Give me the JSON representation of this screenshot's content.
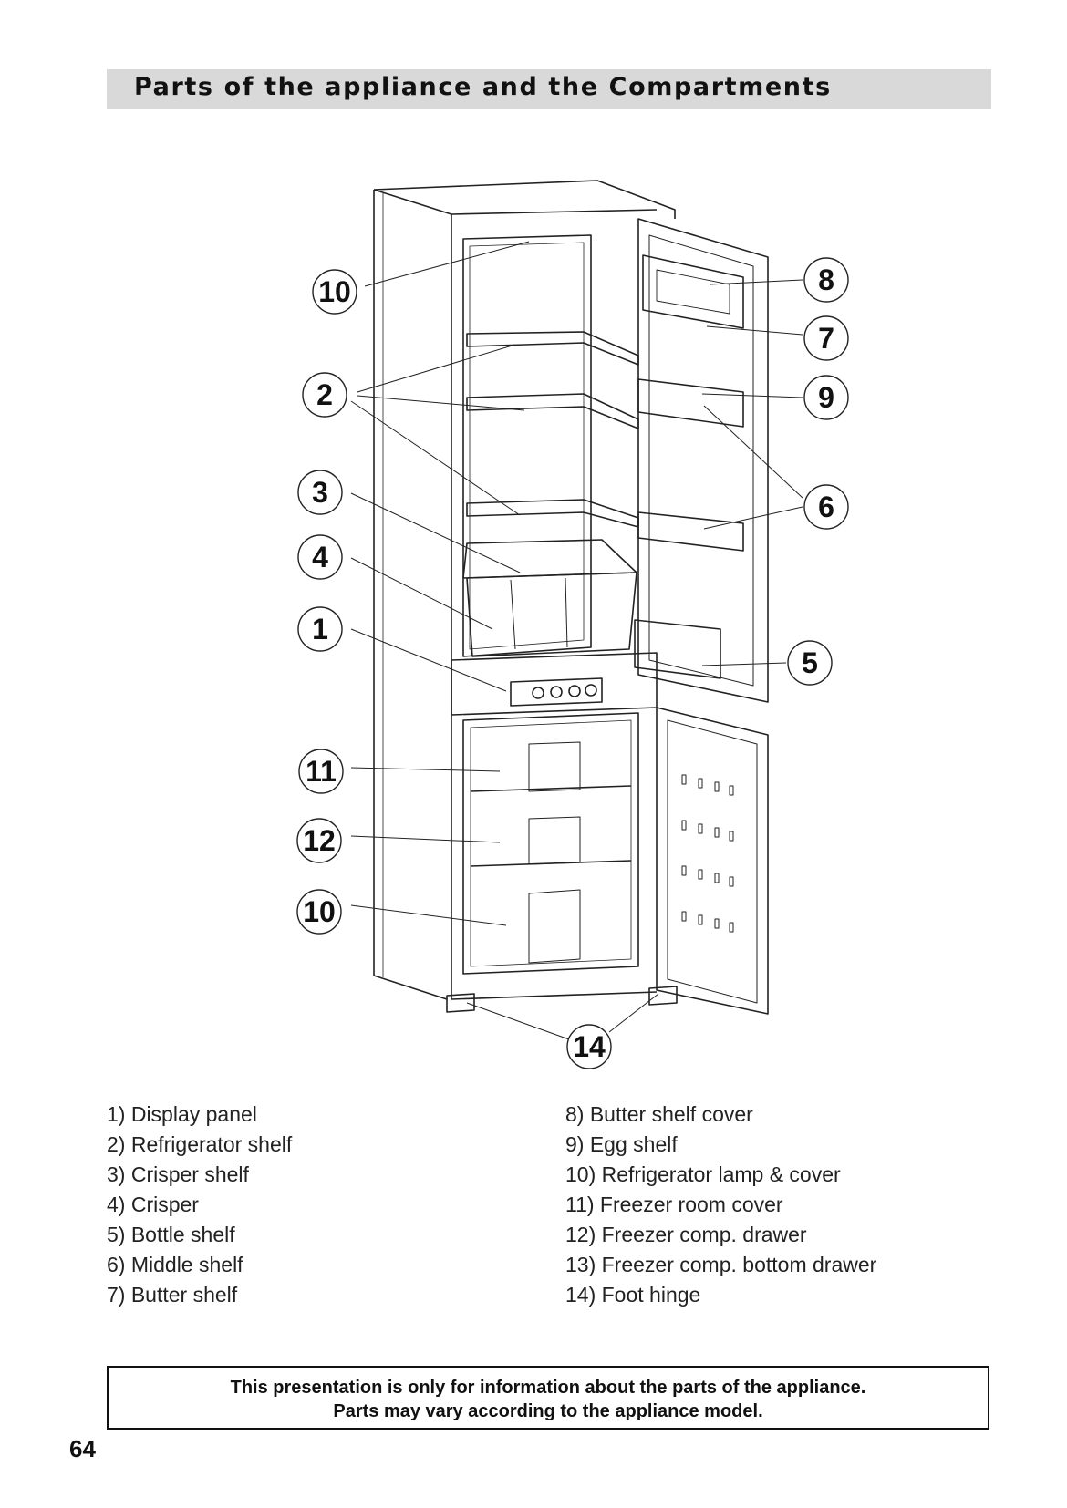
{
  "header": {
    "title": "Parts of the appliance and the Compartments"
  },
  "diagram": {
    "callouts": [
      "10",
      "2",
      "3",
      "4",
      "1",
      "11",
      "12",
      "10",
      "8",
      "7",
      "9",
      "6",
      "5",
      "14"
    ]
  },
  "legend": {
    "left": [
      "1) Display panel",
      "2) Refrigerator shelf",
      "3) Crisper shelf",
      "4) Crisper",
      "5) Bottle shelf",
      "6) Middle shelf",
      "7) Butter shelf"
    ],
    "right": [
      "8) Butter shelf cover",
      "9) Egg shelf",
      "10) Refrigerator lamp & cover",
      "11) Freezer room cover",
      "12) Freezer comp. drawer",
      "13) Freezer comp. bottom drawer",
      "14) Foot hinge"
    ]
  },
  "notice": {
    "line1": "This presentation  is only for information about the parts of the appliance.",
    "line2": "Parts may vary according to the appliance model."
  },
  "page_number": "64"
}
